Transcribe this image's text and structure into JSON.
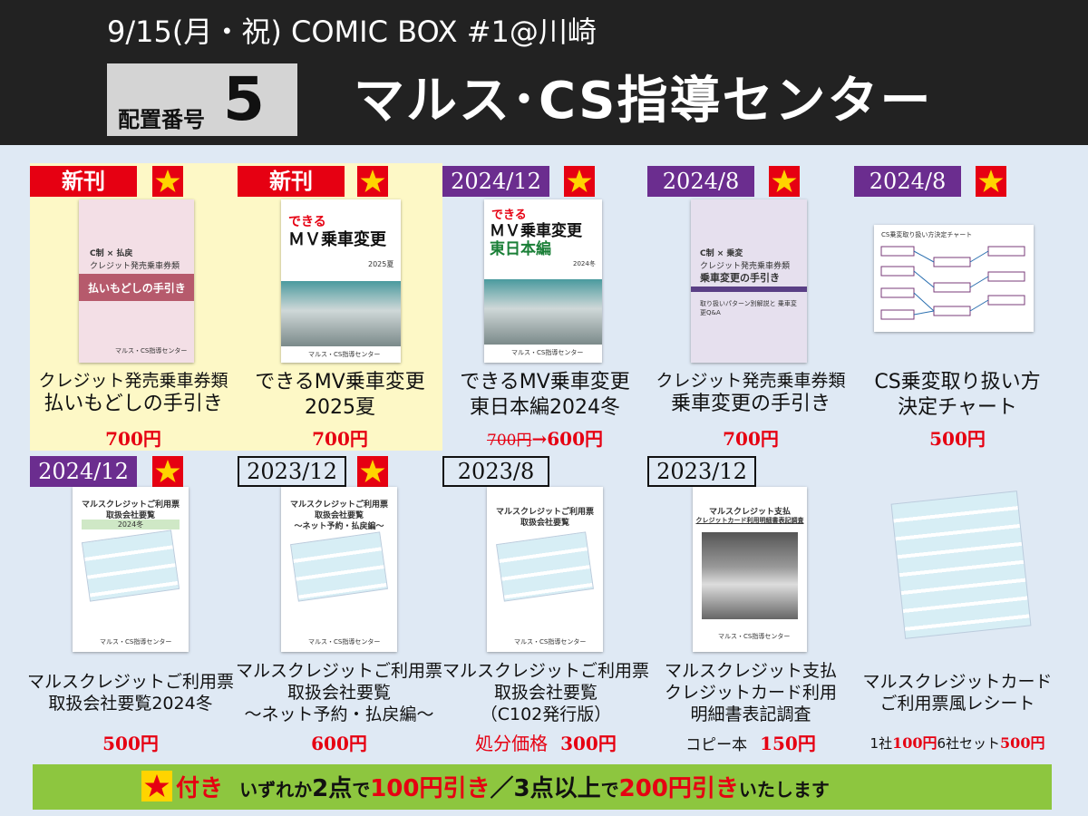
{
  "header": {
    "event": "9/15(月・祝) COMIC BOX #1@川崎",
    "number_label": "配置番号",
    "number_value": "5",
    "circle_name": "マルス･CS指導センター"
  },
  "colors": {
    "header_bg": "#222222",
    "accent_red": "#e60012",
    "tag_purple": "#6b2d8f",
    "highlight": "#fdf8c6",
    "footer_bg": "#8dc63f",
    "page_bg": "#dfe9f4"
  },
  "items": [
    {
      "tag": "新刊",
      "star": true,
      "cover": {
        "small": "C制 × 払戻",
        "sub": "クレジット発売乗車券類",
        "main": "払いもどしの手引き",
        "publisher": "マルス・CS指導センター"
      },
      "title_line1": "クレジット発売乗車券類",
      "title_line2": "払いもどしの手引き",
      "price": "700円"
    },
    {
      "tag": "新刊",
      "star": true,
      "cover": {
        "top": "できる",
        "main": "ＭＶ乗車変更",
        "year": "2025夏",
        "publisher": "マルス・CS指導センター"
      },
      "title_line1": "できるMV乗車変更",
      "title_line2": "2025夏",
      "price": "700円"
    },
    {
      "tag": "2024/12",
      "star": true,
      "cover": {
        "top": "できる",
        "main": "ＭＶ乗車変更",
        "sub": "東日本編",
        "year": "2024冬",
        "publisher": "マルス・CS指導センター"
      },
      "title_line1": "できるMV乗車変更",
      "title_line2": "東日本編2024冬",
      "price_old": "700円",
      "price_arrow": "→",
      "price": "600円"
    },
    {
      "tag": "2024/8",
      "star": true,
      "cover": {
        "small": "C制 × 乗変",
        "sub": "クレジット発売乗車券類",
        "main": "乗車変更の手引き",
        "note": "取り扱いパターン別解説と 乗車変更Q&A",
        "publisher": "マルス・CS指導センター"
      },
      "title_line1": "クレジット発売乗車券類",
      "title_line2": "乗車変更の手引き",
      "price": "700円"
    },
    {
      "tag": "2024/8",
      "star": true,
      "cover": {
        "head": "CS乗変取り扱い方決定チャート"
      },
      "title_line1": "CS乗変取り扱い方",
      "title_line2": "決定チャート",
      "price": "500円"
    },
    {
      "tag": "2024/12",
      "star": true,
      "cover": {
        "head1": "マルスクレジットご利用票",
        "head2": "取扱会社要覧",
        "head3": "2024冬",
        "publisher": "マルス・CS指導センター"
      },
      "title_line1": "マルスクレジットご利用票",
      "title_line2": "取扱会社要覧2024冬",
      "price": "500円"
    },
    {
      "tag": "2023/12",
      "star": true,
      "cover": {
        "head1": "マルスクレジットご利用票",
        "head2": "取扱会社要覧",
        "head3": "〜ネット予約・払戻編〜",
        "publisher": "マルス・CS指導センター"
      },
      "title_line1": "マルスクレジットご利用票",
      "title_line2": "取扱会社要覧",
      "title_line3": "〜ネット予約・払戻編〜",
      "price": "600円"
    },
    {
      "tag": "2023/8",
      "star": false,
      "cover": {
        "head1": "マルスクレジットご利用票",
        "head2": "取扱会社要覧",
        "publisher": "マルス・CS指導センター"
      },
      "title_line1": "マルスクレジットご利用票",
      "title_line2": "取扱会社要覧",
      "title_line3": "（C102発行版）",
      "price_label": "処分価格",
      "price": "300円"
    },
    {
      "tag": "2023/12",
      "star": false,
      "cover": {
        "head1": "マルスクレジット支払",
        "head2": "クレジットカード利用明細書表記調査",
        "publisher": "マルス・CS指導センター"
      },
      "title_line1": "マルスクレジット支払",
      "title_line2": "クレジットカード利用",
      "title_line3": "明細書表記調査",
      "price_label": "コピー本",
      "price": "150円"
    },
    {
      "tag": "",
      "star": false,
      "cover": {},
      "title_line1": "マルスクレジットカード",
      "title_line2": "ご利用票風レシート",
      "price_a_label": "1社",
      "price_a": "100円",
      "price_b_label": "6社セット",
      "price_b": "500円"
    }
  ],
  "footer": {
    "part1": "付き",
    "part2": "いずれか",
    "part3": "2点",
    "part4": "で",
    "part5": "100円引き",
    "part6": "／",
    "part7": "3点以上",
    "part8": "で",
    "part9": "200円引き",
    "part10": "いたします"
  }
}
